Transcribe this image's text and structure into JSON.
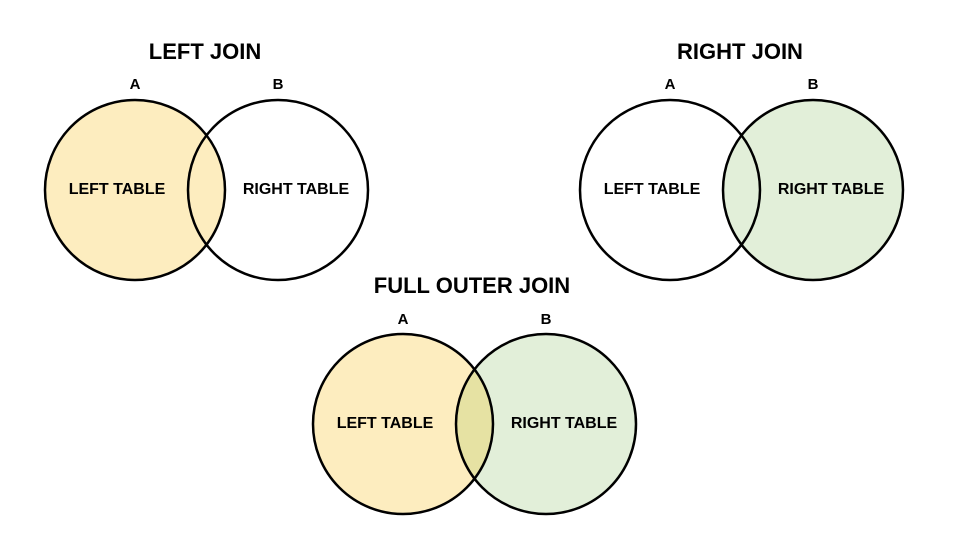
{
  "colors": {
    "left_fill": "#fdedbf",
    "right_fill": "#e2efd9",
    "overlap_fill": "#e6e2a3",
    "white": "#ffffff",
    "stroke": "#000000"
  },
  "diagrams": [
    {
      "id": "left-join",
      "title": "LEFT JOIN",
      "set_a_letter": "A",
      "set_b_letter": "B",
      "left_label": "LEFT TABLE",
      "right_label": "RIGHT TABLE",
      "left_shaded": true,
      "right_shaded": false
    },
    {
      "id": "right-join",
      "title": "RIGHT JOIN",
      "set_a_letter": "A",
      "set_b_letter": "B",
      "left_label": "LEFT TABLE",
      "right_label": "RIGHT TABLE",
      "left_shaded": false,
      "right_shaded": true
    },
    {
      "id": "full-outer-join",
      "title": "FULL OUTER JOIN",
      "set_a_letter": "A",
      "set_b_letter": "B",
      "left_label": "LEFT TABLE",
      "right_label": "RIGHT TABLE",
      "left_shaded": true,
      "right_shaded": true
    }
  ]
}
